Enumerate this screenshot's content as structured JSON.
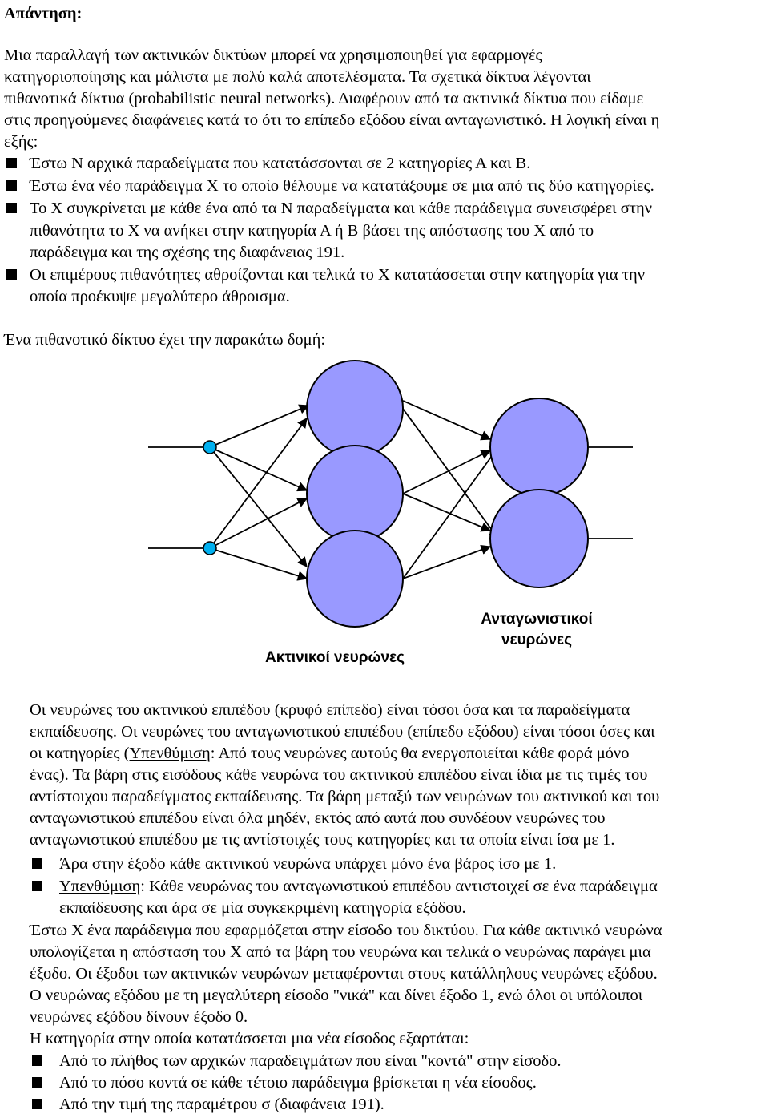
{
  "heading": "Απάντηση:",
  "intro": [
    "Μια παραλλαγή των ακτινικών δικτύων μπορεί να χρησιμοποιηθεί για εφαρμογές",
    "κατηγοριοποίησης και μάλιστα με πολύ καλά αποτελέσματα. Τα σχετικά δίκτυα λέγονται",
    "πιθανοτικά δίκτυα (probabilistic neural networks). Διαφέρουν από τα ακτινικά δίκτυα που είδαμε",
    "στις προηγούμενες διαφάνειες κατά το ότι το επίπεδο εξόδου είναι ανταγωνιστικό. Η λογική είναι η",
    "εξής:"
  ],
  "bullets1": [
    [
      "Έστω Ν αρχικά παραδείγματα που κατατάσσονται σε 2 κατηγορίες Α και Β."
    ],
    [
      "Έστω ένα νέο παράδειγμα Χ το οποίο θέλουμε να κατατάξουμε σε μια από τις δύο κατηγορίες."
    ],
    [
      "Το Χ συγκρίνεται με κάθε ένα από τα Ν παραδείγματα και κάθε παράδειγμα συνεισφέρει στην",
      "πιθανότητα το Χ να ανήκει στην κατηγορία Α ή Β βάσει της απόστασης του Χ από το",
      "παράδειγμα και της σχέσης της διαφάνειας 191."
    ],
    [
      "Οι επιμέρους πιθανότητες αθροίζονται και τελικά το Χ κατατάσσεται στην κατηγορία για την",
      "οποία προέκυψε μεγαλύτερο άθροισμα."
    ]
  ],
  "structure_intro": "Ένα πιθανοτικό δίκτυο έχει την παρακάτω δομή:",
  "diagram": {
    "radial_label": "Ακτινικοί νευρώνες",
    "competitive_label_1": "Ανταγωνιστικοί",
    "competitive_label_2": "νευρώνες",
    "input_color": "#00b0f0",
    "neuron_color": "#9999ff"
  },
  "para2": {
    "l1": "Οι νευρώνες του ακτινικού επιπέδου (κρυφό επίπεδο) είναι τόσοι όσα και τα παραδείγματα",
    "l2": "εκπαίδευσης. Οι νευρώνες του ανταγωνιστικού επιπέδου (επίπεδο εξόδου) είναι τόσοι όσες και",
    "l3_pre": "οι κατηγορίες (",
    "l3_u": "Υπενθύμιση",
    "l3_post": ": Από τους νευρώνες αυτούς θα ενεργοποιείται κάθε φορά μόνο",
    "l4": "ένας). Τα βάρη στις εισόδους κάθε νευρώνα του ακτινικού επιπέδου είναι ίδια με τις τιμές του",
    "l5": "αντίστοιχου παραδείγματος εκπαίδευσης. Τα βάρη μεταξύ των νευρώνων του ακτινικού και του",
    "l6": "ανταγωνιστικού επιπέδου είναι όλα μηδέν, εκτός από αυτά που συνδέουν νευρώνες του",
    "l7": "ανταγωνιστικού επιπέδου με τις αντίστοιχές τους κατηγορίες και τα οποία είναι ίσα με 1."
  },
  "bullets2": {
    "b1": "Άρα στην έξοδο κάθε ακτινικού νευρώνα υπάρχει μόνο ένα βάρος ίσο με 1.",
    "b2_u": "Υπενθύμιση",
    "b2_rest": ": Κάθε νευρώνας του ανταγωνιστικού επιπέδου αντιστοιχεί σε ένα παράδειγμα",
    "b2_l2": "εκπαίδευσης και άρα σε μία συγκεκριμένη κατηγορία εξόδου."
  },
  "para3": [
    "Έστω Χ ένα παράδειγμα που εφαρμόζεται στην είσοδο του δικτύου. Για κάθε ακτινικό νευρώνα",
    "υπολογίζεται η απόσταση του Χ από τα βάρη του νευρώνα και τελικά ο νευρώνας παράγει μια",
    "έξοδο. Οι έξοδοι των ακτινικών νευρώνων μεταφέρονται στους κατάλληλους νευρώνες εξόδου.",
    "Ο νευρώνας εξόδου με τη μεγαλύτερη είσοδο \"νικά\" και δίνει έξοδο 1, ενώ όλοι οι υπόλοιποι",
    "νευρώνες εξόδου δίνουν έξοδο 0.",
    "Η κατηγορία στην οποία κατατάσσεται μια νέα είσοδος εξαρτάται:"
  ],
  "bullets3": [
    "Από το πλήθος των αρχικών παραδειγμάτων που είναι \"κοντά\" στην είσοδο.",
    "Από το πόσο κοντά σε κάθε τέτοιο παράδειγμα βρίσκεται η νέα είσοδος.",
    "Από την τιμή της παραμέτρου σ (διαφάνεια 191)."
  ]
}
